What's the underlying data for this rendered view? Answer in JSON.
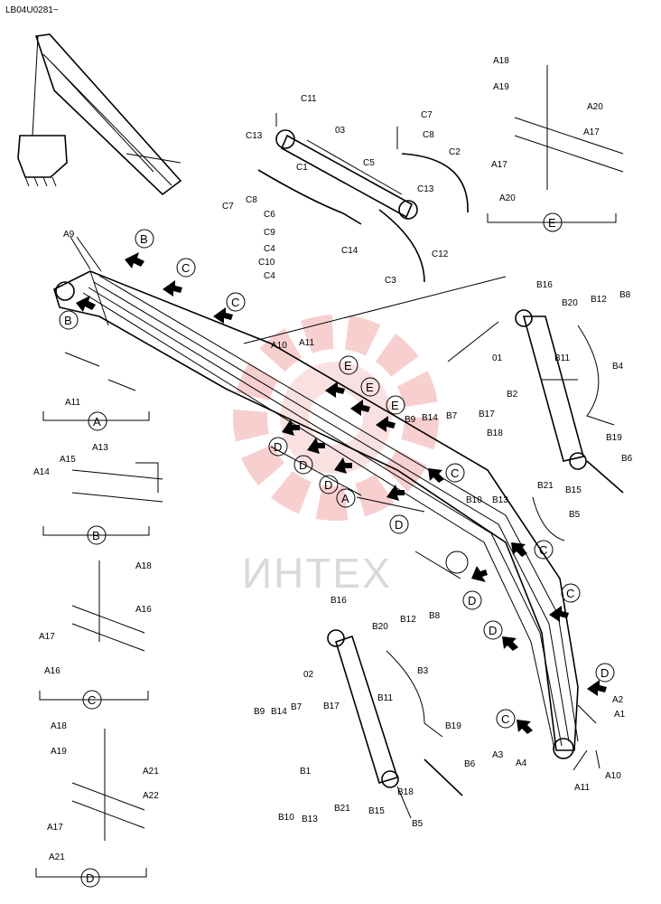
{
  "header": {
    "drawing_code": "LB04U0281~"
  },
  "watermark": {
    "text": "ИНТЕХ",
    "color": "#f2b7b7"
  },
  "part_labels": {
    "c11": "C11",
    "c7a": "C7",
    "c8a": "C8",
    "c13a": "C13",
    "o3": "03",
    "c5": "C5",
    "c2": "C2",
    "c1": "C1",
    "c13b": "C13",
    "c7b": "C7",
    "c8b": "C8",
    "c6": "C6",
    "c9": "C9",
    "c4a": "C4",
    "c10": "C10",
    "c4b": "C4",
    "c14": "C14",
    "c12": "C12",
    "c3": "C3",
    "a18e": "A18",
    "a19e": "A19",
    "a20e1": "A20",
    "a17e1": "A17",
    "a17e2": "A17",
    "a20e2": "A20",
    "a9": "A9",
    "a11a": "A11",
    "a10a": "A10",
    "a11b": "A11",
    "a15": "A15",
    "a13": "A13",
    "a14": "A14",
    "a18c": "A18",
    "a16c1": "A16",
    "a17c": "A17",
    "a16c2": "A16",
    "a18d": "A18",
    "a19d": "A19",
    "a21d1": "A21",
    "a22d": "A22",
    "a17d": "A17",
    "a21d2": "A21",
    "b16a": "B16",
    "b20a": "B20",
    "b12a": "B12",
    "b8a": "B8",
    "o1": "01",
    "b11a": "B11",
    "b4": "B4",
    "b2": "B2",
    "b17a": "B17",
    "b9a": "B9",
    "b14a": "B14",
    "b7a": "B7",
    "b18a": "B18",
    "b19a": "B19",
    "b6a": "B6",
    "b10a": "B10",
    "b13a": "B13",
    "b21a": "B21",
    "b15a": "B15",
    "b5a": "B5",
    "b16b": "B16",
    "b20b": "B20",
    "b12b": "B12",
    "b8b": "B8",
    "o2": "02",
    "b3": "B3",
    "b11b": "B11",
    "b9b": "B9",
    "b14b": "B14",
    "b7b": "B7",
    "b17b": "B17",
    "b19b": "B19",
    "b1": "B1",
    "b6b": "B6",
    "b18b": "B18",
    "b10b": "B10",
    "b13b": "B13",
    "b21b": "B21",
    "b15b": "B15",
    "b5b": "B5",
    "a2": "A2",
    "a1": "A1",
    "a3": "A3",
    "a4": "A4",
    "a11c": "A11",
    "a10b": "A10"
  },
  "view_markers": {
    "b1": "B",
    "b2": "B",
    "c1": "C",
    "c2": "C",
    "c3": "C",
    "c4": "C",
    "c5": "C",
    "c6": "C",
    "e1": "E",
    "e2": "E",
    "e3": "E",
    "d1": "D",
    "d2": "D",
    "d3": "D",
    "d4": "D",
    "d5": "D",
    "d6": "D",
    "d7": "D",
    "a1": "A"
  },
  "view_titles": {
    "A": "A",
    "B": "B",
    "C": "C",
    "D": "D",
    "E": "E"
  }
}
